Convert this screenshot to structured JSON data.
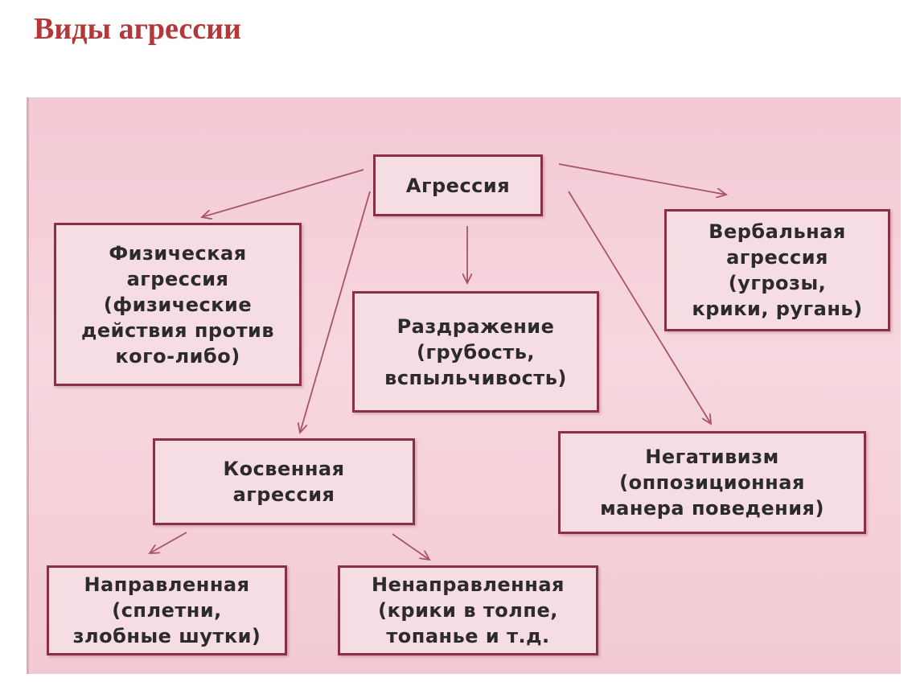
{
  "title": "Виды агрессии",
  "colors": {
    "title": "#b3383a",
    "box_border": "#8a3045",
    "box_fill": "#f6dde4",
    "panel": "#f4ccd6",
    "arrow": "#a8536a"
  },
  "nodes": {
    "root": {
      "lines": [
        "Агрессия"
      ]
    },
    "physical": {
      "lines": [
        "Физическая",
        "агрессия",
        "(физические",
        "действия против",
        "кого-либо)"
      ]
    },
    "irritation": {
      "lines": [
        "Раздражение",
        "(грубость,",
        "вспыльчивость)"
      ]
    },
    "verbal": {
      "lines": [
        "Вербальная",
        "агрессия",
        "(угрозы,",
        "крики, ругань)"
      ]
    },
    "indirect": {
      "lines": [
        "Косвенная",
        "агрессия"
      ]
    },
    "negativism": {
      "lines": [
        "Негативизм",
        "(оппозиционная",
        "манера поведения)"
      ]
    },
    "directed": {
      "lines": [
        "Направленная",
        "(сплетни,",
        "злобные шутки)"
      ]
    },
    "undirected": {
      "lines": [
        "Ненаправленная",
        "(крики в толпе,",
        "топанье и т.д."
      ]
    }
  }
}
